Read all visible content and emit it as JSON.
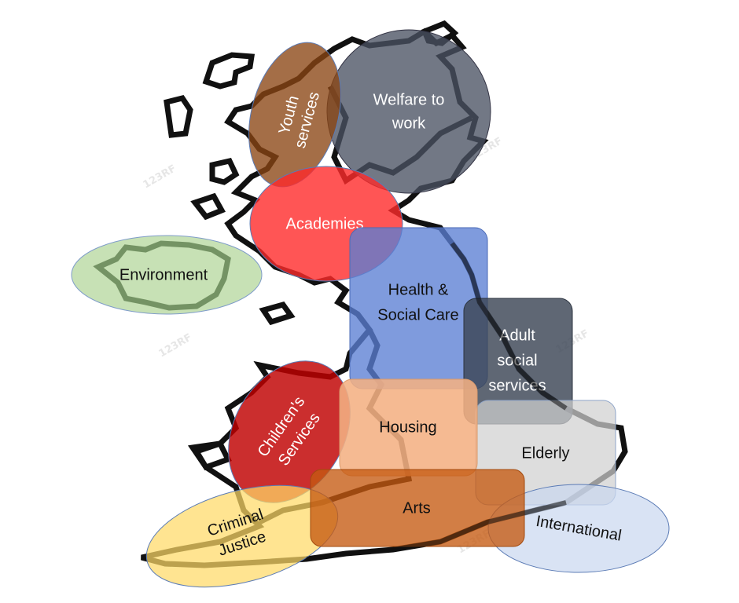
{
  "watermark": "123RF",
  "colors": {
    "youth": "#8B4513",
    "welfare": "#4a5263",
    "academies": "#ff2a2a",
    "environment": "#a9d18e",
    "health": "#5b7fd4",
    "adult": "#3c4555",
    "childrens": "#c00000",
    "housing": "#f4b183",
    "elderly": "#d0d0d0",
    "arts": "#c55a11",
    "criminal": "#ffd966",
    "international": "#c9d7ef"
  },
  "nodes": {
    "youth": {
      "line1": "Youth",
      "line2": "services"
    },
    "welfare": {
      "line1": "Welfare to",
      "line2": "work"
    },
    "academies": {
      "label": "Academies"
    },
    "environment": {
      "label": "Environment"
    },
    "health": {
      "line1": "Health &",
      "line2": "Social Care"
    },
    "adult": {
      "line1": "Adult",
      "line2": "social",
      "line3": "services"
    },
    "childrens": {
      "line1": "Children's",
      "line2": "Services"
    },
    "housing": {
      "label": "Housing"
    },
    "elderly": {
      "label": "Elderly"
    },
    "arts": {
      "label": "Arts"
    },
    "criminal": {
      "line1": "Criminal",
      "line2": "Justice"
    },
    "international": {
      "label": "International"
    }
  }
}
